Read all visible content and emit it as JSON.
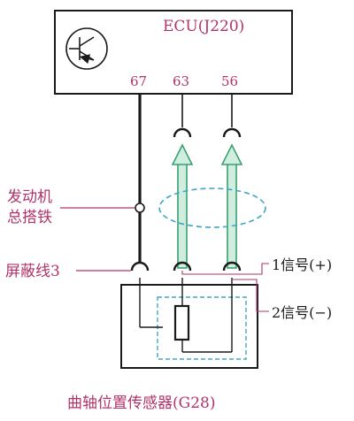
{
  "ecu": {
    "label": "ECU(J220)"
  },
  "pins": [
    "67",
    "63",
    "56"
  ],
  "labels": {
    "engine_ground_line1": "发动机",
    "engine_ground_line2": "总搭铁",
    "shield_wire": "屏蔽线3",
    "signal_plus": "1信号(+)",
    "signal_minus": "2信号(−)",
    "sensor": "曲轴位置传感器(G28)"
  },
  "colors": {
    "box_stroke": "#1a1a1a",
    "label_pink": "#b0336a",
    "signal_wire": "#3aa070",
    "signal_fill": "#cfeee0",
    "shield_dashed": "#3fa6c8",
    "leader_line": "#b0336a"
  }
}
